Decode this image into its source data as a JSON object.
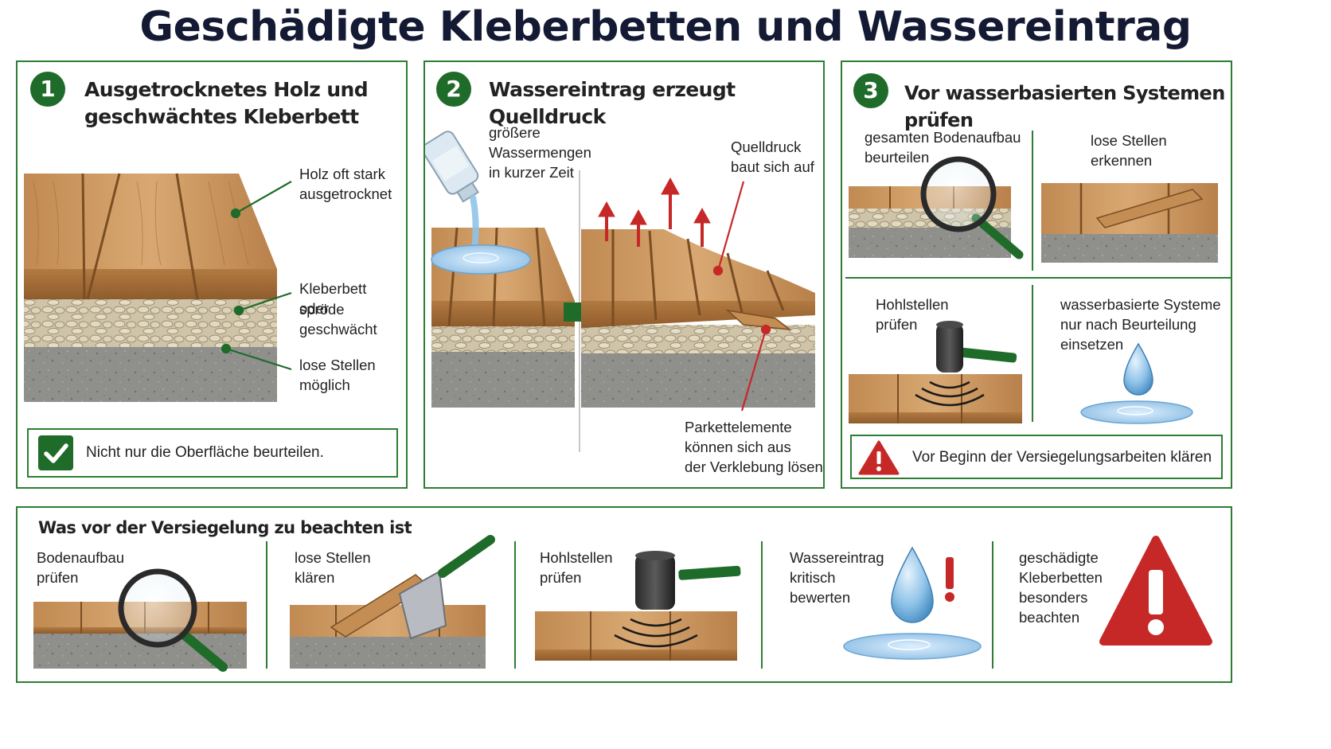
{
  "title": "Geschädigte Kleberbetten und Wassereintrag",
  "panel1": {
    "number": "1",
    "title_line1": "Ausgetrocknetes Holz und",
    "title_line2": "geschwächtes Kleberbett",
    "label_wood_1": "Holz oft stark",
    "label_wood_2": "ausgetrocknet",
    "label_glue_1": "Kleberbett spröde",
    "label_glue_2": "oder geschwächt",
    "label_loose_1": "lose Stellen",
    "label_loose_2": "möglich",
    "check_text": "Nicht nur die Oberfläche beurteilen."
  },
  "panel2": {
    "number": "2",
    "title": "Wassereintrag erzeugt Quelldruck",
    "label_water_1": "größere",
    "label_water_2": "Wassermengen",
    "label_water_3": "in kurzer Zeit",
    "label_pressure_1": "Quelldruck",
    "label_pressure_2": "baut sich auf",
    "label_elements_1": "Parkettelemente",
    "label_elements_2": "können sich aus",
    "label_elements_3": "der Verklebung lösen"
  },
  "panel3": {
    "number": "3",
    "title": "Vor wasserbasierten Systemen prüfen",
    "cell_a_1": "gesamten Bodenaufbau",
    "cell_a_2": "beurteilen",
    "cell_b_1": "lose Stellen",
    "cell_b_2": "erkennen",
    "cell_c_1": "Hohlstellen",
    "cell_c_2": "prüfen",
    "cell_d_1": "wasserbasierte Systeme",
    "cell_d_2": "nur nach Beurteilung",
    "cell_d_3": "einsetzen",
    "warning_text": "Vor Beginn der Versiegelungsarbeiten klären"
  },
  "bottom": {
    "title": "Was vor der Versiegelung zu beachten ist",
    "items": [
      {
        "line1": "Bodenaufbau",
        "line2": "prüfen",
        "line3": "",
        "line4": ""
      },
      {
        "line1": "lose Stellen",
        "line2": "klären",
        "line3": "",
        "line4": ""
      },
      {
        "line1": "Hohlstellen",
        "line2": "prüfen",
        "line3": "",
        "line4": ""
      },
      {
        "line1": "Wassereintrag",
        "line2": "kritisch",
        "line3": "bewerten",
        "line4": ""
      },
      {
        "line1": "geschädigte",
        "line2": "Kleberbetten",
        "line3": "besonders",
        "line4": "beachten"
      }
    ]
  },
  "colors": {
    "green": "#2e7d32",
    "dark_green": "#1f6b2a",
    "red": "#c62828",
    "wood": "#c9955c",
    "water": "#8fc3e8"
  }
}
